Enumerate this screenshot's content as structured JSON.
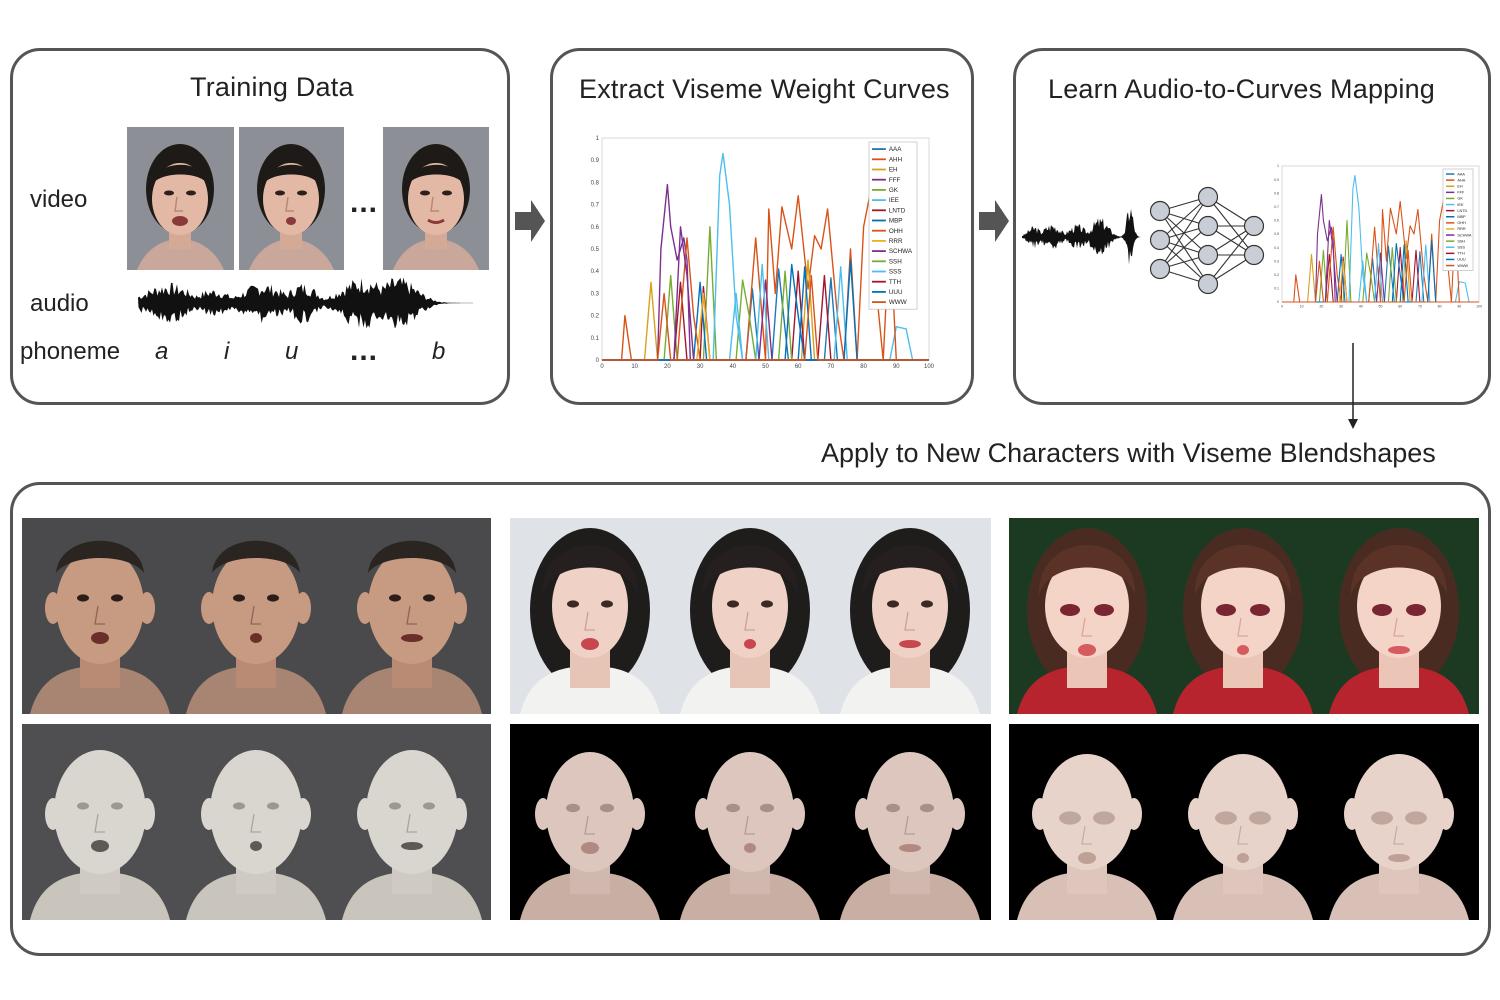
{
  "training": {
    "title": "Training Data",
    "video_label": "video",
    "audio_label": "audio",
    "phoneme_label": "phoneme",
    "ellipsis": "...",
    "phonemes": [
      "a",
      "i",
      "u",
      "...",
      "b"
    ]
  },
  "extract": {
    "title": "Extract Viseme Weight Curves"
  },
  "learn": {
    "title": "Learn Audio-to-Curves Mapping"
  },
  "apply": {
    "title": "Apply to New Characters with Viseme Blendshapes"
  },
  "chart_data": {
    "type": "line",
    "xlim": [
      0,
      100
    ],
    "ylim": [
      0,
      1
    ],
    "xticks": [
      "0",
      "10",
      "20",
      "30",
      "40",
      "50",
      "60",
      "70",
      "80",
      "90",
      "100"
    ],
    "yticks": [
      "0",
      "0.1",
      "0.2",
      "0.3",
      "0.4",
      "0.5",
      "0.6",
      "0.7",
      "0.8",
      "0.9",
      "1"
    ],
    "legend_position": "top-right",
    "series": [
      {
        "name": "AAA",
        "color": "#1f77b4",
        "points": [
          [
            0,
            0
          ],
          [
            44,
            0
          ],
          [
            46,
            0.32
          ],
          [
            48,
            0
          ],
          [
            52,
            0
          ],
          [
            54,
            0.41
          ],
          [
            57,
            0
          ],
          [
            68,
            0
          ],
          [
            70,
            0.37
          ],
          [
            72,
            0
          ],
          [
            100,
            0
          ]
        ]
      },
      {
        "name": "AHH",
        "color": "#d95319",
        "points": [
          [
            0,
            0
          ],
          [
            6,
            0
          ],
          [
            7,
            0.2
          ],
          [
            9,
            0
          ],
          [
            44,
            0
          ],
          [
            47,
            0.55
          ],
          [
            50,
            0
          ],
          [
            51,
            0.68
          ],
          [
            53,
            0.3
          ],
          [
            55,
            0.69
          ],
          [
            58,
            0.5
          ],
          [
            60,
            0.74
          ],
          [
            63,
            0.32
          ],
          [
            65,
            0.56
          ],
          [
            67,
            0.5
          ],
          [
            69,
            0.68
          ],
          [
            72,
            0.2
          ],
          [
            74,
            0
          ],
          [
            76,
            0.5
          ],
          [
            78,
            0
          ],
          [
            80,
            0.6
          ],
          [
            82,
            0.75
          ],
          [
            84,
            0.3
          ],
          [
            86,
            0
          ],
          [
            100,
            0
          ]
        ]
      },
      {
        "name": "EH",
        "color": "#d7a11d",
        "points": [
          [
            0,
            0
          ],
          [
            13,
            0
          ],
          [
            15,
            0.35
          ],
          [
            17,
            0
          ],
          [
            61,
            0
          ],
          [
            63,
            0.45
          ],
          [
            65,
            0
          ],
          [
            100,
            0
          ]
        ]
      },
      {
        "name": "FFF",
        "color": "#7e2f8e",
        "points": [
          [
            0,
            0
          ],
          [
            17,
            0
          ],
          [
            18,
            0.5
          ],
          [
            20,
            0.79
          ],
          [
            21,
            0.6
          ],
          [
            23,
            0.45
          ],
          [
            25,
            0.55
          ],
          [
            26,
            0.45
          ],
          [
            27,
            0
          ],
          [
            100,
            0
          ]
        ]
      },
      {
        "name": "GK",
        "color": "#77ac30",
        "points": [
          [
            0,
            0
          ],
          [
            19,
            0
          ],
          [
            21,
            0.38
          ],
          [
            23,
            0
          ],
          [
            31,
            0
          ],
          [
            33,
            0.6
          ],
          [
            35,
            0
          ],
          [
            41,
            0
          ],
          [
            43,
            0.36
          ],
          [
            45,
            0.2
          ],
          [
            47,
            0
          ],
          [
            100,
            0
          ]
        ]
      },
      {
        "name": "IEE",
        "color": "#4dbeee",
        "points": [
          [
            0,
            0
          ],
          [
            34,
            0
          ],
          [
            36,
            0.83
          ],
          [
            37,
            0.93
          ],
          [
            39,
            0.7
          ],
          [
            41,
            0.2
          ],
          [
            43,
            0
          ],
          [
            88,
            0
          ],
          [
            90,
            0.15
          ],
          [
            93,
            0.14
          ],
          [
            95,
            0
          ],
          [
            100,
            0
          ]
        ]
      },
      {
        "name": "LNTD",
        "color": "#a2142f",
        "points": [
          [
            0,
            0
          ],
          [
            22,
            0
          ],
          [
            24,
            0.35
          ],
          [
            26,
            0
          ],
          [
            30,
            0
          ],
          [
            31,
            0.33
          ],
          [
            33,
            0
          ],
          [
            58,
            0
          ],
          [
            60,
            0.4
          ],
          [
            62,
            0
          ],
          [
            100,
            0
          ]
        ]
      },
      {
        "name": "MBP",
        "color": "#0072bd",
        "points": [
          [
            0,
            0
          ],
          [
            28,
            0
          ],
          [
            30,
            0.35
          ],
          [
            32,
            0
          ],
          [
            60,
            0
          ],
          [
            62,
            0.42
          ],
          [
            64,
            0
          ],
          [
            100,
            0
          ]
        ]
      },
      {
        "name": "OHH",
        "color": "#d95319",
        "points": [
          [
            0,
            0
          ],
          [
            23,
            0
          ],
          [
            26,
            0.55
          ],
          [
            28,
            0.2
          ],
          [
            30,
            0
          ],
          [
            86,
            0
          ],
          [
            88,
            0.6
          ],
          [
            90,
            0
          ],
          [
            100,
            0
          ]
        ]
      },
      {
        "name": "RRR",
        "color": "#edb120",
        "points": [
          [
            0,
            0
          ],
          [
            29,
            0
          ],
          [
            31,
            0.3
          ],
          [
            33,
            0
          ],
          [
            100,
            0
          ]
        ]
      },
      {
        "name": "SCHWA",
        "color": "#7e2f8e",
        "points": [
          [
            0,
            0
          ],
          [
            22,
            0
          ],
          [
            24,
            0.6
          ],
          [
            26,
            0.38
          ],
          [
            28,
            0
          ],
          [
            48,
            0
          ],
          [
            50,
            0.36
          ],
          [
            52,
            0
          ],
          [
            100,
            0
          ]
        ]
      },
      {
        "name": "SSH",
        "color": "#77ac30",
        "points": [
          [
            0,
            0
          ],
          [
            54,
            0
          ],
          [
            56,
            0.4
          ],
          [
            58,
            0
          ],
          [
            100,
            0
          ]
        ]
      },
      {
        "name": "SSS",
        "color": "#4dbeee",
        "points": [
          [
            0,
            0
          ],
          [
            39,
            0
          ],
          [
            41,
            0.3
          ],
          [
            43,
            0
          ],
          [
            47,
            0
          ],
          [
            49,
            0.43
          ],
          [
            51,
            0
          ],
          [
            71,
            0
          ],
          [
            73,
            0.42
          ],
          [
            75,
            0
          ],
          [
            100,
            0
          ]
        ]
      },
      {
        "name": "TTH",
        "color": "#a2142f",
        "points": [
          [
            0,
            0
          ],
          [
            66,
            0
          ],
          [
            68,
            0.38
          ],
          [
            70,
            0
          ],
          [
            100,
            0
          ]
        ]
      },
      {
        "name": "UUU",
        "color": "#0072bd",
        "points": [
          [
            0,
            0
          ],
          [
            56,
            0
          ],
          [
            58,
            0.43
          ],
          [
            60,
            0.2
          ],
          [
            62,
            0
          ],
          [
            74,
            0
          ],
          [
            76,
            0.45
          ],
          [
            78,
            0
          ],
          [
            100,
            0
          ]
        ]
      },
      {
        "name": "WWW",
        "color": "#d95319",
        "points": [
          [
            0,
            0
          ],
          [
            17,
            0
          ],
          [
            19,
            0.3
          ],
          [
            21,
            0
          ],
          [
            62,
            0
          ],
          [
            64,
            0.38
          ],
          [
            66,
            0
          ],
          [
            100,
            0
          ]
        ]
      }
    ]
  }
}
